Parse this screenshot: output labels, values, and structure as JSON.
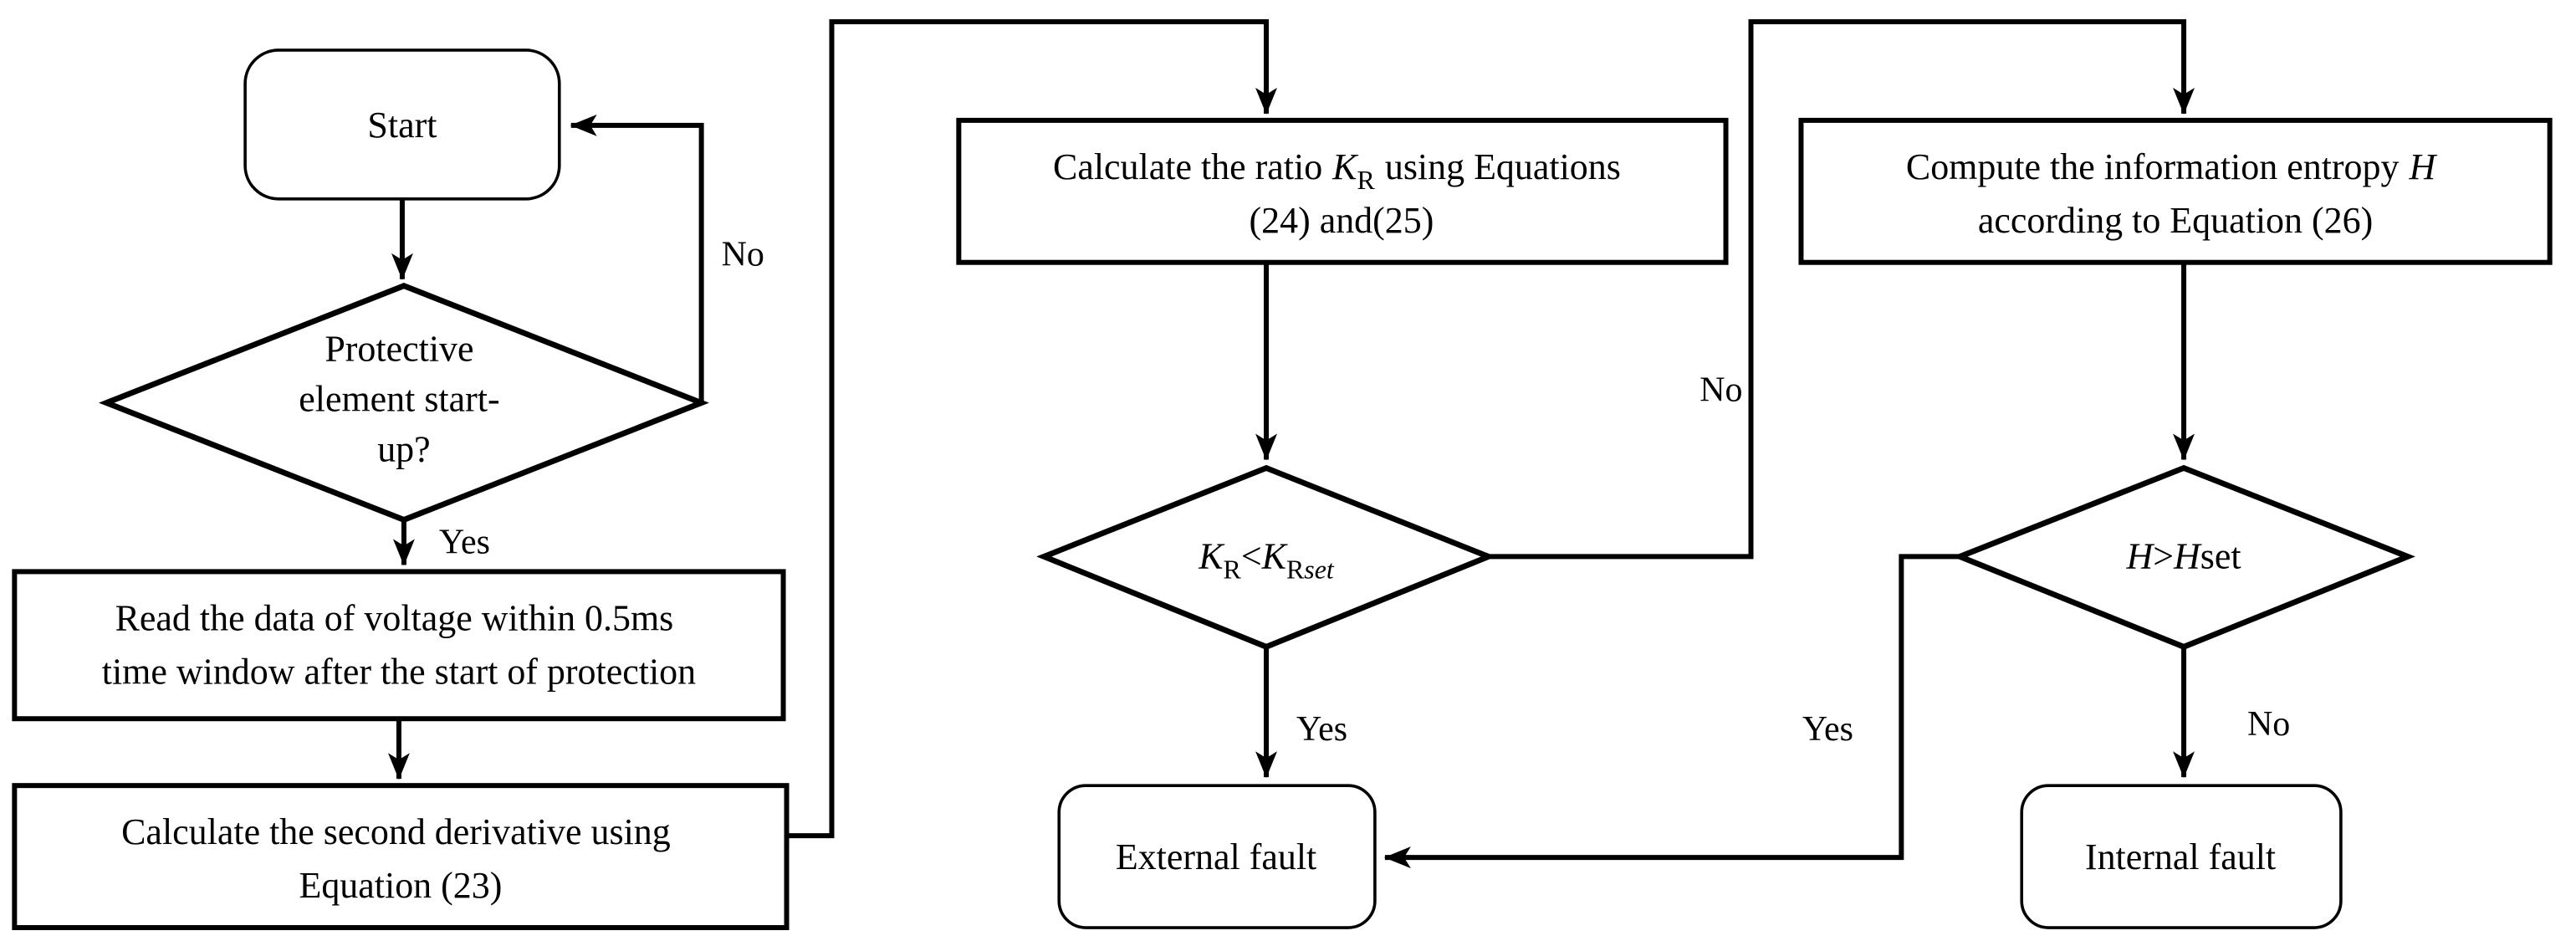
{
  "figure": {
    "background": "#ffffff",
    "line_color": "#000000"
  },
  "nodes": {
    "start": {
      "label": "Start"
    },
    "protective_decision": {
      "line1": "Protective",
      "line2": "element start-",
      "line3": "up?"
    },
    "read_voltage": {
      "line1": "Read the data of voltage within 0.5ms",
      "line2": "time window after the start of protection"
    },
    "second_derivative": {
      "line1": "Calculate the second derivative using",
      "line2": "Equation (23)"
    },
    "calc_ratio": {
      "line1_pre": "Calculate the ratio",
      "line1_var": "K",
      "line1_sub": "R",
      "line1_post": "using Equations",
      "line2": "(24) and(25)"
    },
    "kr_decision": {
      "var1": "K",
      "sub1": "R",
      "op": "<",
      "var2": "K",
      "sub2": "R",
      "sub2_set": "set"
    },
    "external_fault": {
      "label": "External fault"
    },
    "entropy": {
      "line1_pre": "Compute the information entropy",
      "line1_var": "H",
      "line2": "according to Equation (26)"
    },
    "h_decision": {
      "var1": "H",
      "op": ">",
      "var2": "H",
      "suffix": "set"
    },
    "internal_fault": {
      "label": "Internal fault"
    }
  },
  "edge_labels": {
    "protective_no": "No",
    "protective_yes": "Yes",
    "kr_yes": "Yes",
    "kr_no": "No",
    "h_yes": "Yes",
    "h_no": "No"
  }
}
